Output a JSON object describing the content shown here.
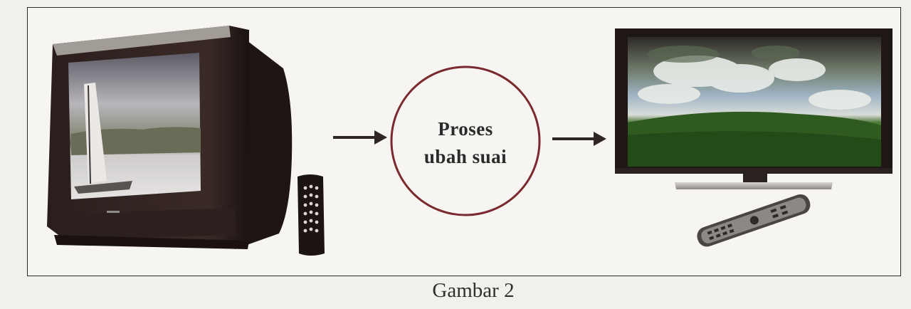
{
  "diagram": {
    "process_line1": "Proses",
    "process_line2": "ubah suai",
    "caption": "Gambar 2"
  },
  "colors": {
    "background": "#f2f0ec",
    "stroke": "#2a2a2a",
    "process_circle": "#7a2a2e",
    "arrow": "#2f2623"
  },
  "icons": [
    "crt-television-icon",
    "remote-control-icon",
    "arrow-right-icon",
    "flat-screen-television-icon",
    "remote-control-icon"
  ]
}
